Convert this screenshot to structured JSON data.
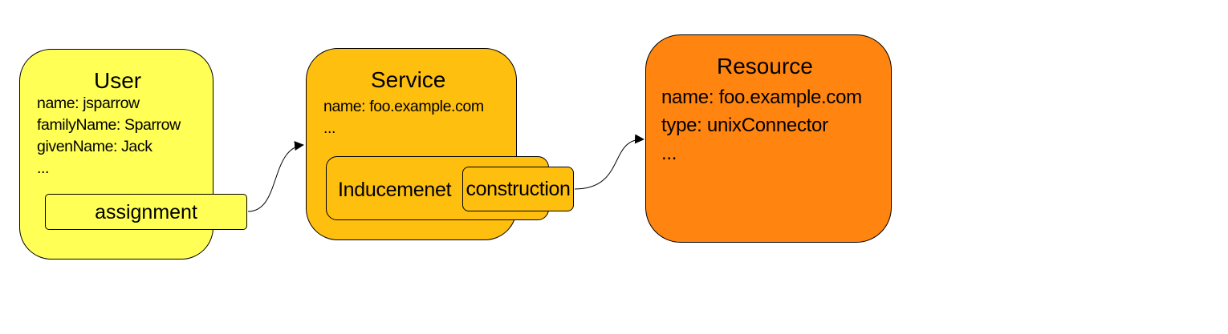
{
  "user": {
    "title": "User",
    "attributes": [
      "name: jsparrow",
      "familyName: Sparrow",
      "givenName: Jack",
      "..."
    ],
    "assignment_label": "assignment",
    "fill": "#ffff55"
  },
  "service": {
    "title": "Service",
    "attributes": [
      "name: foo.example.com",
      "..."
    ],
    "inducement_label": "Inducemenet",
    "construction_label": "construction",
    "fill": "#ffbf0f"
  },
  "resource": {
    "title": "Resource",
    "attributes": [
      "name: foo.example.com",
      "type: unixConnector",
      "..."
    ],
    "fill": "#ff8410"
  }
}
